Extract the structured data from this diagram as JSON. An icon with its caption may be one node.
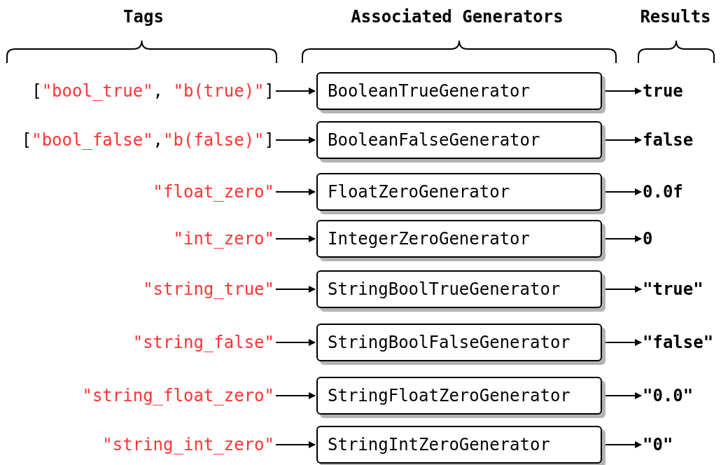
{
  "diagram": {
    "nodes": [
      {
        "text": [
          "[\"bool_true\", \"b(true)\"]"
        ]
      },
      {
        "text": [
          "[\"bool_false\",\"b(false)\"]"
        ]
      },
      {
        "text": [
          "\"float_zero\""
        ]
      },
      {
        "text": [
          "\"int_zero\""
        ]
      },
      {
        "text": [
          "\"string_true\""
        ]
      },
      {
        "text": [
          "\"string_false\""
        ]
      },
      {
        "text": [
          "\"string_float_zero\""
        ]
      },
      {
        "text": [
          "\"string_int_zero\""
        ]
      },
      {
        "text": [
          "BooleanTrueGenerator"
        ]
      },
      {
        "text": [
          "BooleanFalseGenerator"
        ]
      },
      {
        "text": [
          "FloatZeroGenerator"
        ]
      },
      {
        "text": [
          "IntegerZeroGenerator"
        ]
      },
      {
        "text": [
          "StringBoolTrueGenerator"
        ]
      },
      {
        "text": [
          "StringBoolFalseGenerator"
        ]
      },
      {
        "text": [
          "StringFloatZeroGenerator"
        ]
      },
      {
        "text": [
          "StringIntZeroGenerator"
        ]
      },
      {
        "text": [
          "true"
        ]
      },
      {
        "text": [
          "false"
        ]
      },
      {
        "text": [
          "0.0f"
        ]
      },
      {
        "text": [
          "0"
        ]
      },
      {
        "text": [
          "\"true\""
        ]
      },
      {
        "text": [
          "\"false\""
        ]
      },
      {
        "text": [
          "\"0.0\""
        ]
      },
      {
        "text": [
          "\"0\""
        ]
      }
    ],
    "edges": [
      {
        "from": 0,
        "to": 8,
        "arrow": "to"
      },
      {
        "from": 1,
        "to": 9,
        "arrow": "to"
      },
      {
        "from": 2,
        "to": 10,
        "arrow": "to"
      },
      {
        "from": 3,
        "to": 11,
        "arrow": "to"
      },
      {
        "from": 4,
        "to": 12,
        "arrow": "to"
      },
      {
        "from": 5,
        "to": 13,
        "arrow": "to"
      },
      {
        "from": 6,
        "to": 14,
        "arrow": "to"
      },
      {
        "from": 7,
        "to": 15,
        "arrow": "to"
      },
      {
        "from": 8,
        "to": 16,
        "arrow": "to"
      },
      {
        "from": 9,
        "to": 17,
        "arrow": "to"
      },
      {
        "from": 10,
        "to": 18,
        "arrow": "to"
      },
      {
        "from": 11,
        "to": 19,
        "arrow": "to"
      },
      {
        "from": 12,
        "to": 20,
        "arrow": "to"
      },
      {
        "from": 13,
        "to": 21,
        "arrow": "to"
      },
      {
        "from": 14,
        "to": 22,
        "arrow": "to"
      },
      {
        "from": 15,
        "to": 23,
        "arrow": "to"
      }
    ],
    "labels": [
      "Tags",
      "Associated Generators",
      "Results"
    ]
  }
}
